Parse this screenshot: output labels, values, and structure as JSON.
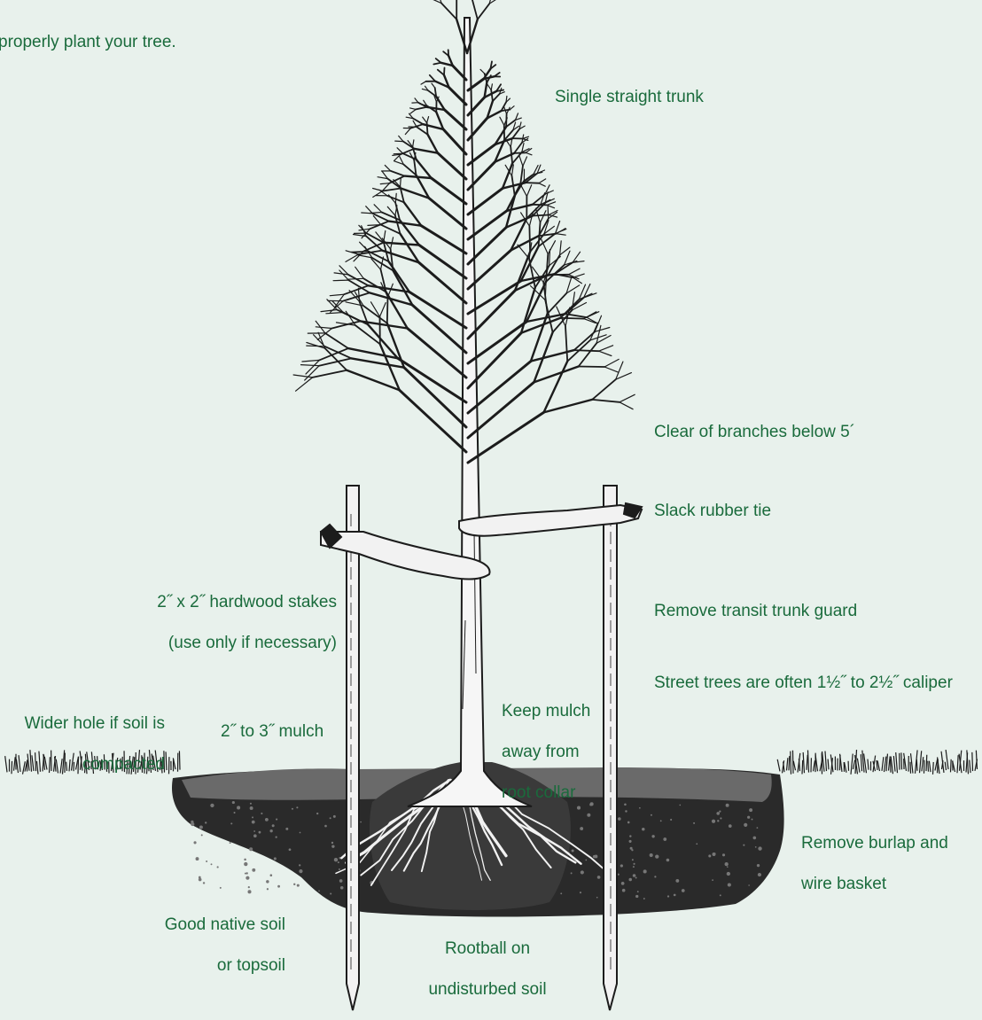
{
  "intro_text": "properly plant your tree.",
  "colors": {
    "background": "#e8f1ec",
    "label_text": "#1a6b3c",
    "ink": "#1c1c1c"
  },
  "labels": {
    "trunk": "Single straight trunk",
    "clear_branches": "Clear of branches below 5´",
    "rubber_tie": "Slack rubber tie",
    "stakes_line1": "2˝ x 2˝ hardwood stakes",
    "stakes_line2": "(use only if necessary)",
    "transit_guard": "Remove transit trunk guard",
    "street_trees": "Street trees are often 1½˝ to 2½˝ caliper",
    "wider_hole_line1": "Wider hole if soil is",
    "wider_hole_line2": "compacted",
    "mulch": "2˝ to 3˝ mulch",
    "keep_mulch_line1": "Keep mulch",
    "keep_mulch_line2": "away from",
    "keep_mulch_line3": "root collar",
    "burlap_line1": "Remove burlap and",
    "burlap_line2": "wire basket",
    "native_soil_line1": "Good native soil",
    "native_soil_line2": "or topsoil",
    "rootball_line1": "Rootball on",
    "rootball_line2": "undisturbed soil"
  }
}
